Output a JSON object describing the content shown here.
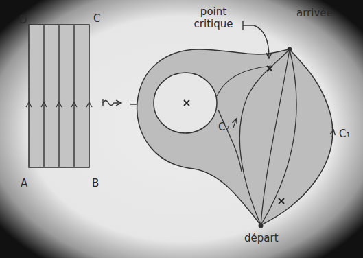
{
  "diagram": {
    "labels": [
      "D",
      "C",
      "A",
      "B",
      "point critique",
      "arrivée",
      "départ",
      "C₁",
      "C₂"
    ]
  }
}
